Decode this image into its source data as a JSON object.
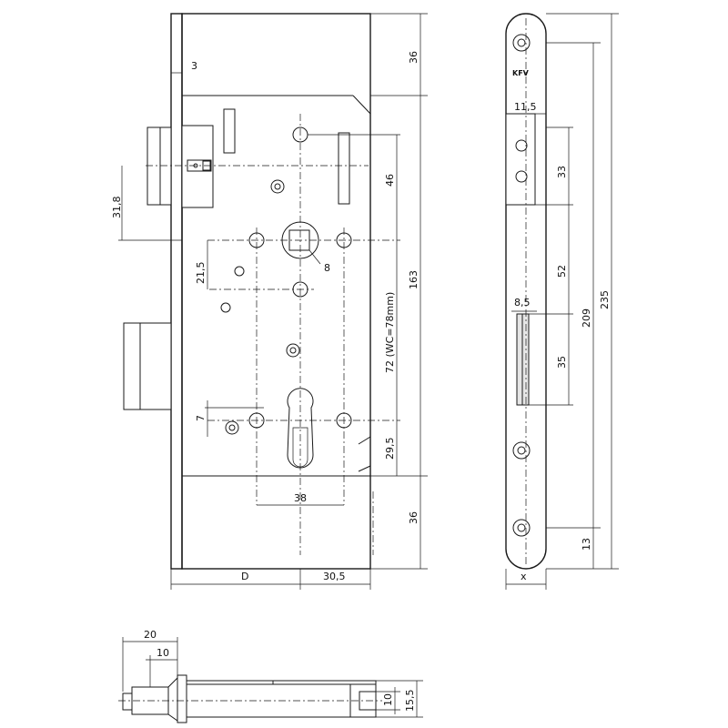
{
  "drawing": {
    "brand_logo": "KFV",
    "dimensions": {
      "forend_thickness": "3",
      "top_offset": "36",
      "cylinder_height": "31,8",
      "spindle_to_top_follower": "46",
      "body_height": "163",
      "wc_distance": "72 (WC=78mm)",
      "spindle_square": "8",
      "screw_offset": "21,5",
      "cylinder_lower": "29,5",
      "screw_small": "7",
      "cylinder_spacing": "38",
      "bottom_offset": "36",
      "backset": "D",
      "body_depth": "30,5",
      "strike_width_top": "11,5",
      "strike_width_mid": "8,5",
      "strike_top_height": "33",
      "strike_gap": "52",
      "strike_latch": "35",
      "strike_total": "209",
      "forend_total": "235",
      "strike_bottom": "13",
      "strike_thickness": "x",
      "bolt_throw": "20",
      "latch_throw": "10",
      "bolt_small": "10",
      "forend_width": "15,5"
    }
  }
}
